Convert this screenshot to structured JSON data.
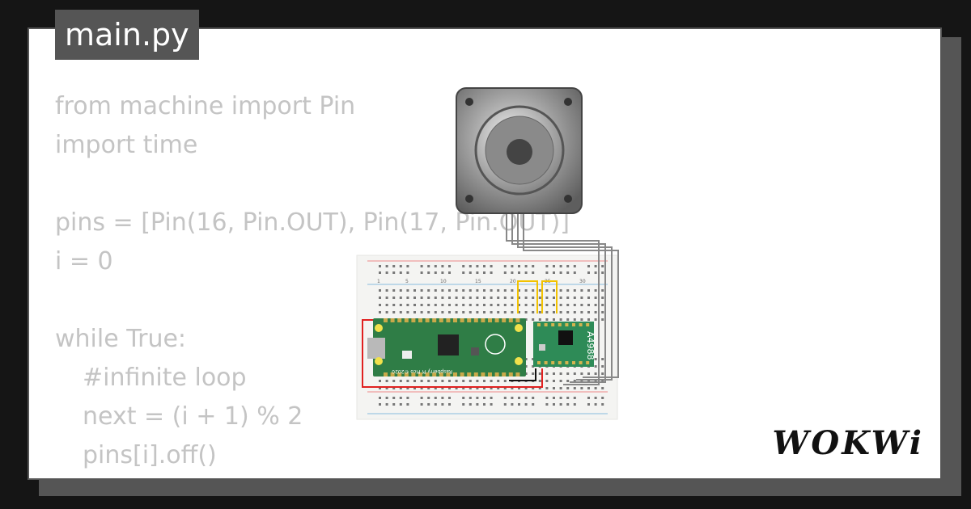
{
  "tab": {
    "filename": "main.py"
  },
  "code_lines": [
    {
      "text": "from machine import Pin",
      "indent": false
    },
    {
      "text": "import time",
      "indent": false
    },
    {
      "text": "",
      "indent": false
    },
    {
      "text": "pins = [Pin(16, Pin.OUT), Pin(17, Pin.OUT)]",
      "indent": false
    },
    {
      "text": "i = 0",
      "indent": false
    },
    {
      "text": "",
      "indent": false
    },
    {
      "text": "while True:",
      "indent": false
    },
    {
      "text": "#infinite loop",
      "indent": true
    },
    {
      "text": "next = (i + 1) % 2",
      "indent": true
    },
    {
      "text": "pins[i].off()",
      "indent": true
    }
  ],
  "components": {
    "pico_label": "Raspberry Pi Pico ©2020",
    "driver_label": "A4988",
    "breadboard_numbers": [
      "1",
      "5",
      "10",
      "15",
      "20",
      "25",
      "30"
    ]
  },
  "brand": {
    "logo_text": "WOKWi"
  },
  "colors": {
    "background": "#151515",
    "card": "#ffffff",
    "tab": "#555555",
    "code_text": "#c4c4c4",
    "pico_green": "#2f7d46",
    "driver_green": "#2e8b57",
    "wire_red": "#e02020",
    "wire_yellow": "#f2c200",
    "wire_gray": "#888888"
  }
}
